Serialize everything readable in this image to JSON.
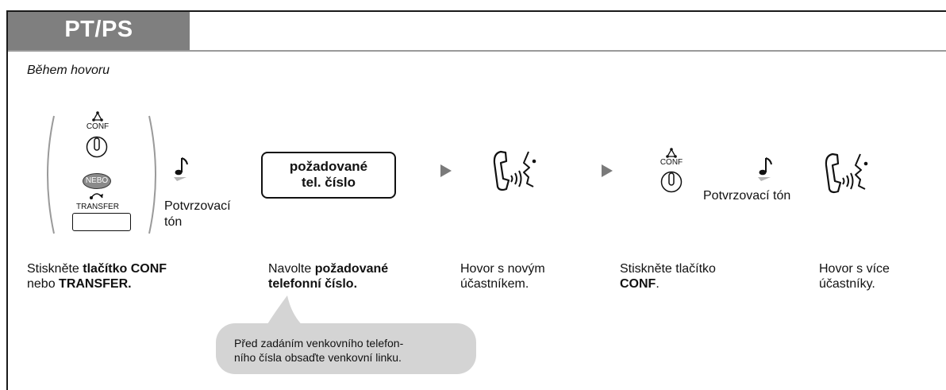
{
  "header": {
    "tab_label": "PT/PS",
    "condition": "Během hovoru"
  },
  "step1": {
    "conf_label": "CONF",
    "or_badge": "NEBO",
    "transfer_label": "TRANSFER",
    "tone_label_line1": "Potvrzovací",
    "tone_label_line2": "tón",
    "instruction_line1_prefix": "Stiskněte ",
    "instruction_line1_bold": "tlačítko CONF",
    "instruction_line2_prefix": "nebo ",
    "instruction_line2_bold": "TRANSFER."
  },
  "step2": {
    "box_line1": "požadované",
    "box_line2": "tel. číslo",
    "instruction_line1_prefix": "Navolte ",
    "instruction_line1_bold": "požadované",
    "instruction_line2_bold": "telefonní číslo."
  },
  "step3": {
    "instruction_line1": "Hovor s novým",
    "instruction_line2": "účastníkem."
  },
  "step4": {
    "conf_label": "CONF",
    "tone_label": "Potvrzovací tón",
    "instruction_line1": "Stiskněte tlačítko",
    "instruction_line2_bold": "CONF",
    "instruction_line2_suffix": "."
  },
  "step5": {
    "instruction_line1": "Hovor s více",
    "instruction_line2": "účastníky."
  },
  "note": {
    "line1": "Před zadáním venkovního telefon-",
    "line2": "ního čísla obsaďte venkovní linku."
  },
  "colors": {
    "tab": "#7f7f7f",
    "note_bubble": "#d4d4d4",
    "arrow": "#7a7a7a",
    "badge": "#8a8a8a"
  },
  "icons": [
    "conference-icon",
    "button-icon",
    "or-badge",
    "transfer-arc-icon",
    "button-rectangle",
    "music-note-icon",
    "arrow-right-icon",
    "handset-talking-icon"
  ]
}
